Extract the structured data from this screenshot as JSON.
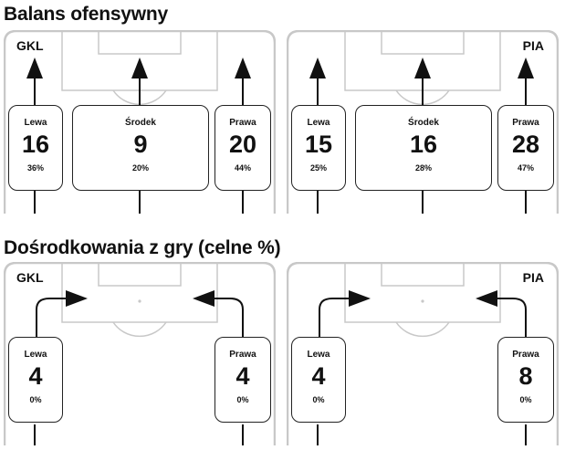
{
  "sections": [
    {
      "title": "Balans ofensywny",
      "panels": [
        {
          "team": "GKL",
          "boxes": [
            {
              "label": "Lewa",
              "value": "16",
              "pct": "36%"
            },
            {
              "label": "Środek",
              "value": "9",
              "pct": "20%"
            },
            {
              "label": "Prawa",
              "value": "20",
              "pct": "44%"
            }
          ]
        },
        {
          "team": "PIA",
          "boxes": [
            {
              "label": "Lewa",
              "value": "15",
              "pct": "25%"
            },
            {
              "label": "Środek",
              "value": "16",
              "pct": "28%"
            },
            {
              "label": "Prawa",
              "value": "28",
              "pct": "47%"
            }
          ]
        }
      ]
    },
    {
      "title": "Dośrodkowania z gry (celne %)",
      "panels": [
        {
          "team": "GKL",
          "boxes": [
            {
              "label": "Lewa",
              "value": "4",
              "pct": "0%"
            },
            {
              "label": "Prawa",
              "value": "4",
              "pct": "0%"
            }
          ]
        },
        {
          "team": "PIA",
          "boxes": [
            {
              "label": "Lewa",
              "value": "4",
              "pct": "0%"
            },
            {
              "label": "Prawa",
              "value": "8",
              "pct": "0%"
            }
          ]
        }
      ]
    }
  ],
  "colors": {
    "field_line": "#c8c8c8",
    "box_border": "#222222",
    "arrow": "#111111",
    "text": "#111111"
  }
}
